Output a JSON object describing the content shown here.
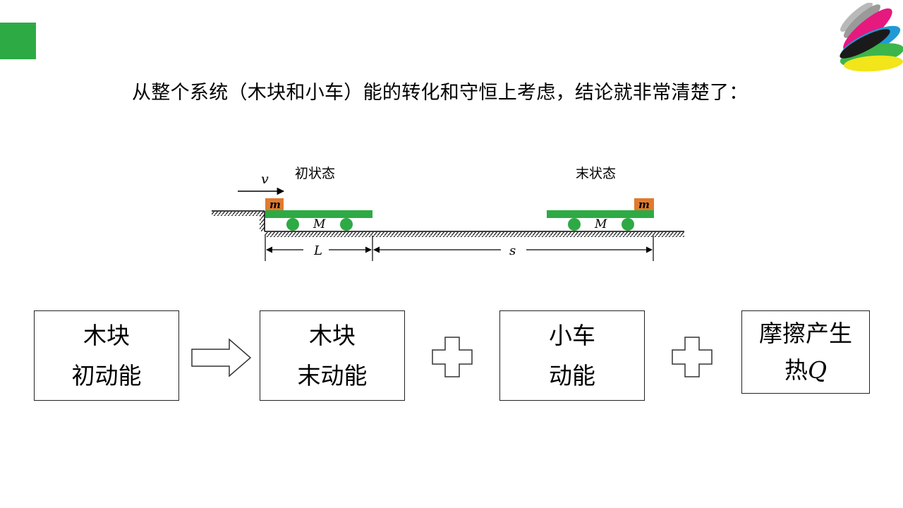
{
  "intro_text": "从整个系统（木块和小车）能的转化和守恒上考虑，结论就非常清楚了：",
  "diagram": {
    "initial_state_label": "初状态",
    "final_state_label": "末状态",
    "velocity_label": "v",
    "block_label": "m",
    "cart_label": "M",
    "length_label": "L",
    "distance_label": "s",
    "colors": {
      "block": "#e07a2e",
      "cart": "#2eaa45"
    }
  },
  "equation": {
    "box1": {
      "line1": "木块",
      "line2": "初动能"
    },
    "box2": {
      "line1": "木块",
      "line2": "末动能"
    },
    "box3": {
      "line1": "小车",
      "line2": "动能"
    },
    "box4": {
      "line1": "摩擦产生",
      "line2_prefix": "热",
      "line2_symbol": "Q"
    }
  },
  "colors": {
    "accent": "#2eaa45"
  }
}
